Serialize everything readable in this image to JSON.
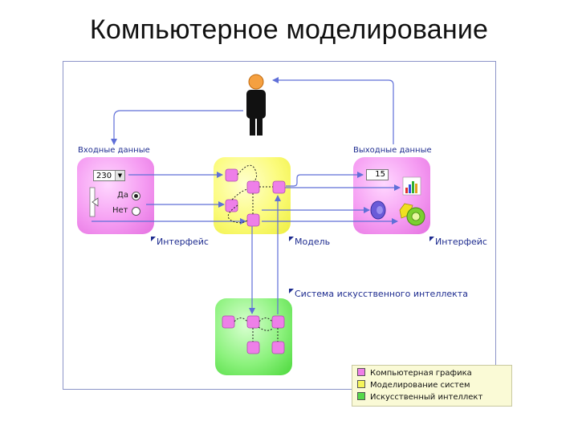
{
  "title": "Компьютерное моделирование",
  "labels": {
    "input_data": "Входные данные",
    "output_data": "Выходные данные",
    "interface_left": "Интерфейс",
    "model": "Модель",
    "interface_right": "Интерфейс",
    "ai_system": "Система искусственного интеллекта"
  },
  "controls": {
    "combo_value": "230",
    "radio_yes": "Да",
    "radio_no": "Нет",
    "radio_selected": "Да",
    "spin_value": "15"
  },
  "legend": [
    {
      "label": "Компьютерная графика",
      "color": "#f07fe8"
    },
    {
      "label": "Моделирование систем",
      "color": "#f5f55a"
    },
    {
      "label": "Искусственный интеллект",
      "color": "#55d84a"
    }
  ],
  "colors": {
    "frame": "#8c94c8",
    "arrows": "#5f6fd8",
    "label_text": "#1d2b8f",
    "node_fill": "#ee7fe8",
    "person_head": "#f5a040"
  }
}
